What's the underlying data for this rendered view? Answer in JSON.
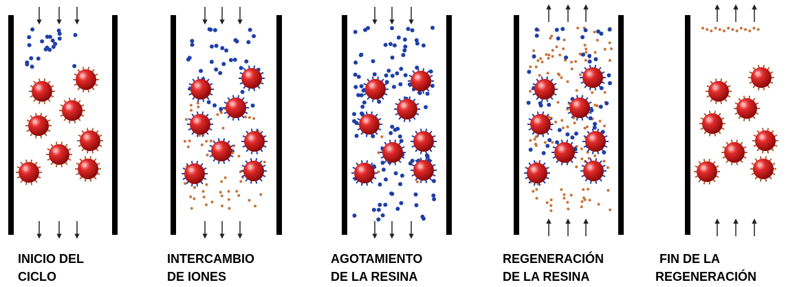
{
  "stages": [
    {
      "id": "inicio",
      "line1": "INICIO DEL",
      "line2": "CICLO",
      "flow_top": "down",
      "flow_bottom": "down"
    },
    {
      "id": "intercambio",
      "line1": "INTERCAMBIO",
      "line2": "DE IONES",
      "flow_top": "down",
      "flow_bottom": "down"
    },
    {
      "id": "agotamiento",
      "line1": "AGOTAMIENTO",
      "line2": "DE LA RESINA",
      "flow_top": "down",
      "flow_bottom": "down"
    },
    {
      "id": "regeneracion",
      "line1": "REGENERACIÓN",
      "line2": "DE LA RESINA",
      "flow_top": "up",
      "flow_bottom": "up"
    },
    {
      "id": "fin",
      "line1": "FIN DE LA",
      "line2": "REGENERACIÓN",
      "flow_top": "up",
      "flow_bottom": "up"
    }
  ],
  "colors": {
    "wall": "#000000",
    "resin_bead": "#d01818",
    "resin_highlight": "#ffb0b0",
    "blue_ion": "#1f3fa8",
    "orange_ion": "#c8733a",
    "arrow": "#222222"
  }
}
